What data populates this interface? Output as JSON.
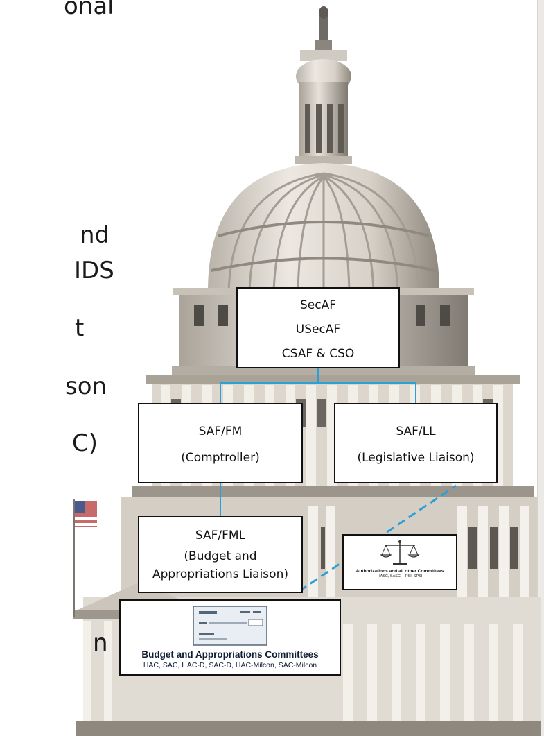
{
  "bullet_fragments": [
    "onal",
    "nd",
    "IDS",
    "t",
    "son",
    "C)",
    "n"
  ],
  "org_chart": {
    "leadership": [
      "SecAF",
      "USecAF",
      "CSAF & CSO"
    ],
    "comptroller": [
      "SAF/FM",
      "(Comptroller)"
    ],
    "legislative_liaison": [
      "SAF/LL",
      "(Legislative Liaison)"
    ],
    "budget_liaison": [
      "SAF/FML",
      "(Budget and",
      "Appropriations Liaison)"
    ]
  },
  "committees": {
    "authorizations": {
      "title": "Authorizations and all other Committees",
      "members": "HASC, SASC, HPSI, SPSI",
      "icon": "scales-of-justice-icon"
    },
    "appropriations": {
      "title": "Budget and Appropriations Committees",
      "members": "HAC, SAC, HAC-D, SAC-D, HAC-Milcon, SAC-Milcon",
      "icon": "check-document-icon"
    }
  },
  "colors": {
    "solid_connector": "#2a9fd8",
    "dashed_connector": "#2a9fd8",
    "dome": "#d9d4cb",
    "background": "#ffffff"
  }
}
